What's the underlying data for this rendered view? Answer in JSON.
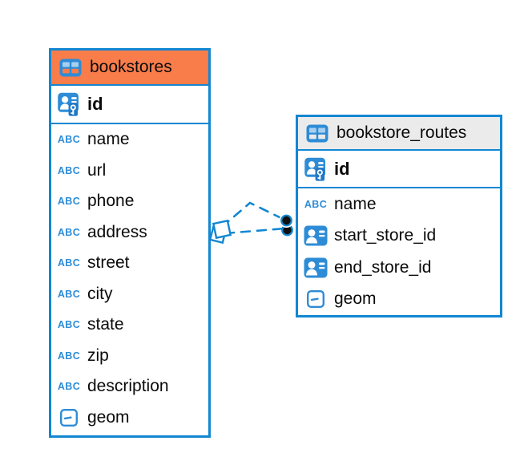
{
  "colors": {
    "table_border_blue": "#1287D2",
    "icon_blue": "#2E8CD6",
    "bookstores_header_orange": "#F87D4B",
    "routes_header_gray": "#EBEBEB",
    "relation_line_blue": "#1287D2",
    "text_black": "#0A0A0A"
  },
  "tables": [
    {
      "name": "bookstores",
      "header_style": "orange",
      "columns": [
        {
          "name": "id",
          "type": "primary-key"
        },
        {
          "name": "name",
          "type": "text"
        },
        {
          "name": "url",
          "type": "text"
        },
        {
          "name": "phone",
          "type": "text"
        },
        {
          "name": "address",
          "type": "text"
        },
        {
          "name": "street",
          "type": "text"
        },
        {
          "name": "city",
          "type": "text"
        },
        {
          "name": "state",
          "type": "text"
        },
        {
          "name": "zip",
          "type": "text"
        },
        {
          "name": "description",
          "type": "text"
        },
        {
          "name": "geom",
          "type": "geometry"
        }
      ]
    },
    {
      "name": "bookstore_routes",
      "header_style": "gray",
      "columns": [
        {
          "name": "id",
          "type": "primary-key"
        },
        {
          "name": "name",
          "type": "text"
        },
        {
          "name": "start_store_id",
          "type": "foreign-key"
        },
        {
          "name": "end_store_id",
          "type": "foreign-key"
        },
        {
          "name": "geom",
          "type": "geometry"
        }
      ]
    }
  ],
  "relations": [
    {
      "from": "bookstores",
      "to": "bookstore_routes",
      "line_style": "dashed",
      "endpoint_count": 2
    }
  ]
}
